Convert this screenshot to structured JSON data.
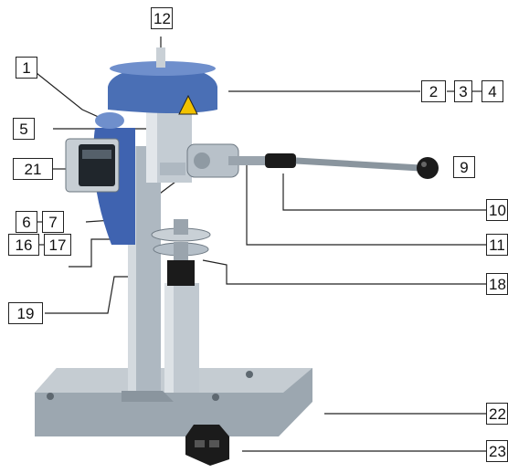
{
  "callouts": {
    "n1": "1",
    "n2": "2",
    "n3": "3",
    "n4": "4",
    "n5": "5",
    "n6": "6",
    "n7": "7",
    "n9": "9",
    "n10": "10",
    "n11": "11",
    "n12": "12",
    "n16": "16",
    "n17": "17",
    "n18": "18",
    "n19": "19",
    "n21": "21",
    "n22": "22",
    "n23": "23"
  },
  "colors": {
    "metal": "#b9c3cc",
    "metal_dark": "#7f8b95",
    "head_blue": "#4a6fb5",
    "motor_blue": "#3f63b0",
    "display": "#20262c",
    "warning": "#f2c200",
    "base": "#9ca7b0",
    "black": "#1b1b1b"
  }
}
